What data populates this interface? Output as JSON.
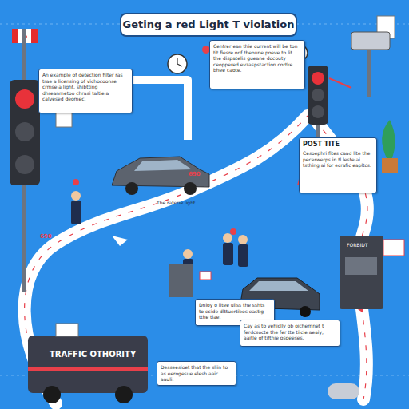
{
  "diagram": {
    "title": "Geting a red Light T violation",
    "nodes": [
      {
        "text": [
          "An example of detection filter ras trae a licensing of vichocoonse crmse a light, shibtting dhreanmetoo chrasi taltie a calvesed deomec."
        ]
      },
      {
        "text": [
          "Centrer ean thie current will be ton tit fiesre oof theoune poeve to lit the dispatelis gueane docouty ceoppered evzaspstaction cortke bhee caote."
        ]
      },
      {
        "text": [
          "POST TITE",
          "Cesoephri fites caad lite the pecerwerps in tl leste ai tsthing ai for ecrafic eapltcs."
        ]
      },
      {
        "text": [
          "Dnioy o litee ullss the sshts to ecide dlttuertibes eastig tthe tiae."
        ]
      },
      {
        "text": [
          "Desseesioet that the sliin to as eerogesue elesh aaic aauli."
        ]
      },
      {
        "text": [
          "Cay as to vehiclly ob oichemnet t ferdcsocte the fer tte tiicie aeaiy, aaitle of tifthie osoeeses."
        ]
      }
    ],
    "labels": [
      "The raterie light",
      "690",
      "690",
      "TRAFFIC OTHORITY",
      "FORBIDT"
    ]
  }
}
